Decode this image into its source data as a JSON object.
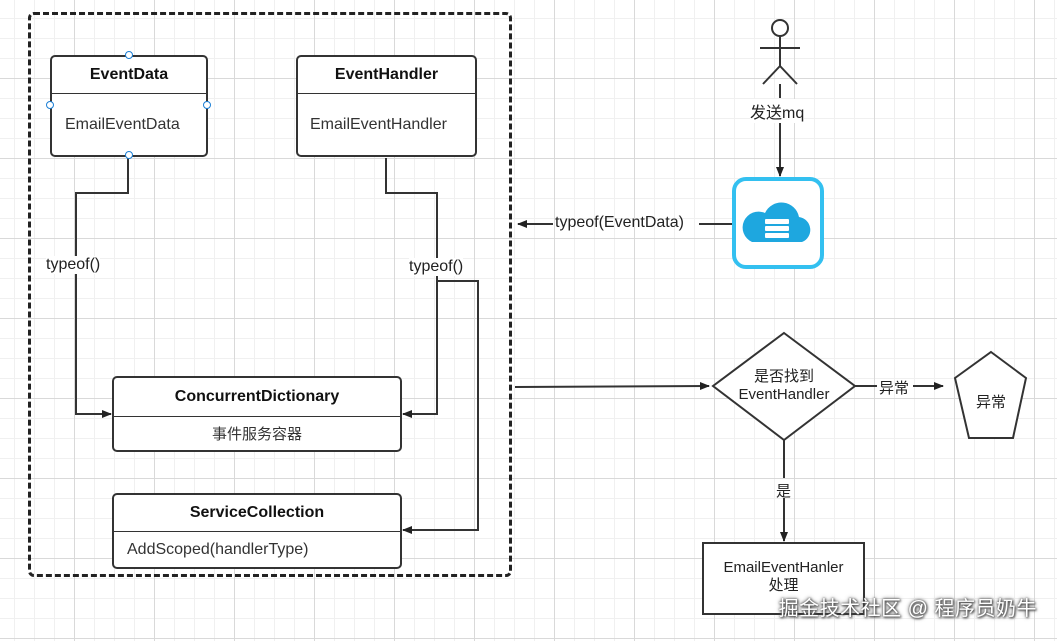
{
  "container": {
    "event_data": {
      "title": "EventData",
      "body": "EmailEventData"
    },
    "event_handler": {
      "title": "EventHandler",
      "body": "EmailEventHandler"
    },
    "dictionary": {
      "title": "ConcurrentDictionary",
      "body": "事件服务容器"
    },
    "service_collection": {
      "title": "ServiceCollection",
      "body": "AddScoped(handlerType)"
    },
    "typeof_left": "typeof()",
    "typeof_right": "typeof()"
  },
  "actor": {
    "label": "发送mq"
  },
  "mq_arrow_label": "typeof(EventData)",
  "decision": {
    "line1": "是否找到",
    "line2": "EventHandler"
  },
  "exception_edge_label": "异常",
  "exception_node": "异常",
  "yes_edge_label": "是",
  "result": {
    "line1": "EmailEventHanler",
    "line2": "处理"
  },
  "watermark": "掘金技术社区 @ 程序员奶牛",
  "colors": {
    "accent_blue": "#33c0f0",
    "handle_blue": "#1b7fd6",
    "line": "#333333"
  },
  "icons": [
    "actor-stick-figure",
    "cloud-server-icon"
  ]
}
